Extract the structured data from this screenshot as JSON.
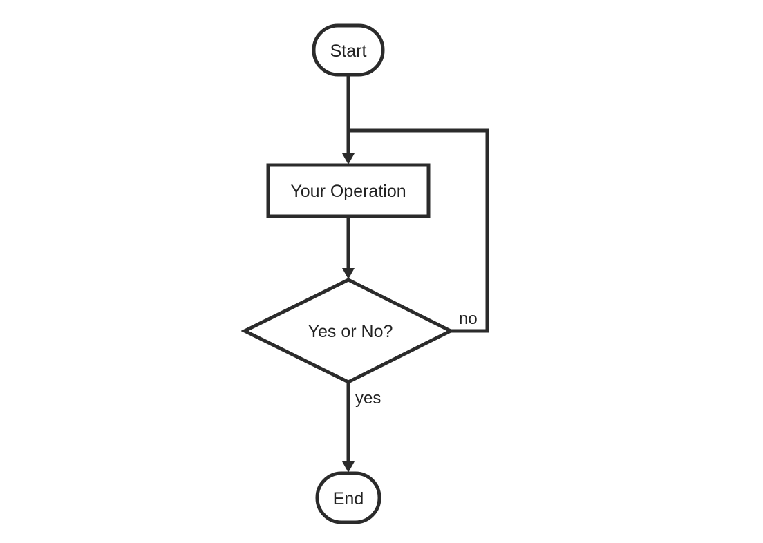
{
  "diagram": {
    "type": "flowchart",
    "nodes": {
      "start": {
        "label": "Start",
        "shape": "terminal"
      },
      "operation": {
        "label": "Your Operation",
        "shape": "process"
      },
      "decision": {
        "label": "Yes or No?",
        "shape": "decision"
      },
      "end": {
        "label": "End",
        "shape": "terminal"
      }
    },
    "edges": {
      "no_label": "no",
      "yes_label": "yes"
    },
    "colors": {
      "stroke": "#2b2b2b",
      "fill": "#ffffff",
      "text": "#222222"
    }
  }
}
